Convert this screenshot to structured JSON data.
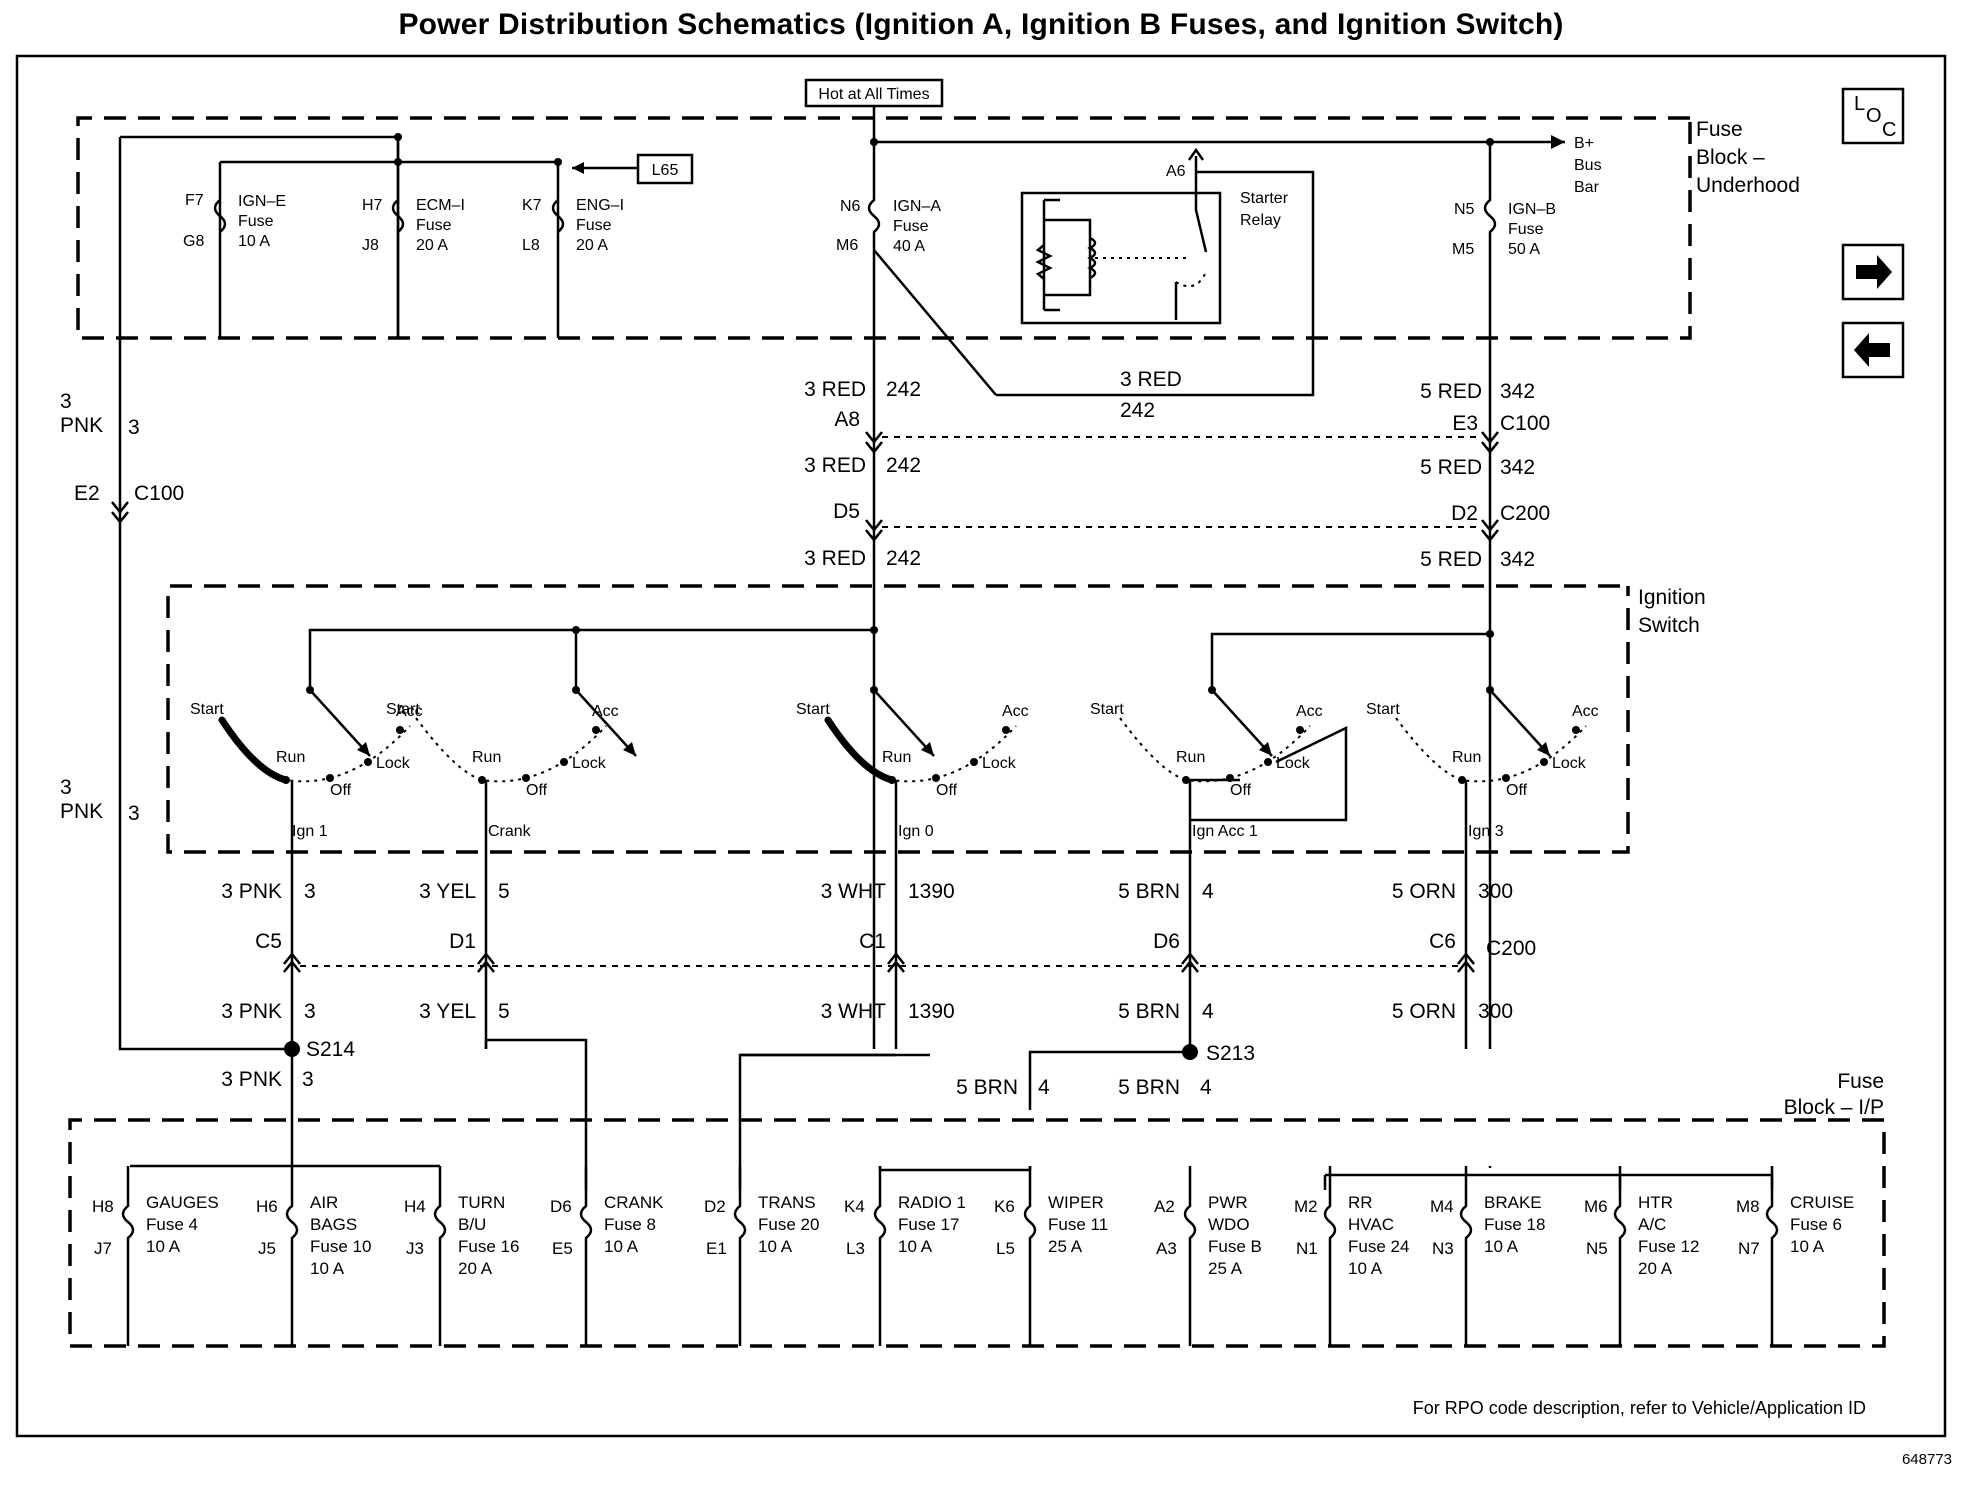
{
  "title": "Power Distribution Schematics (Ignition A, Ignition B Fuses, and Ignition Switch)",
  "hot_label": "Hot at All Times",
  "loc_label": "LOC",
  "footer_note": "For RPO code description, refer to Vehicle/Application ID",
  "figure_id": "648773",
  "fuse_block_underhood": [
    "Fuse",
    "Block –",
    "Underhood"
  ],
  "fuse_block_ip": [
    "Fuse",
    "Block – I/P"
  ],
  "ignition_switch_label": [
    "Ignition",
    "Switch"
  ],
  "bus_bar": [
    "B+",
    "Bus",
    "Bar"
  ],
  "l65": "L65",
  "starter_relay": {
    "pin": "A6",
    "label": [
      "Starter",
      "Relay"
    ]
  },
  "underhood_fuses": [
    {
      "top": "F7",
      "bottom": "G8",
      "name": [
        "IGN–E",
        "Fuse",
        "10 A"
      ]
    },
    {
      "top": "H7",
      "bottom": "J8",
      "name": [
        "ECM–I",
        "Fuse",
        "20 A"
      ]
    },
    {
      "top": "K7",
      "bottom": "L8",
      "name": [
        "ENG–I",
        "Fuse",
        "20 A"
      ]
    },
    {
      "top": "N6",
      "bottom": "M6",
      "name": [
        "IGN–A",
        "Fuse",
        "40 A"
      ]
    },
    {
      "top": "N5",
      "bottom": "M5",
      "name": [
        "IGN–B",
        "Fuse",
        "50 A"
      ]
    }
  ],
  "wire_labels": {
    "left_3pnk_a": [
      "3",
      "PNK",
      "3"
    ],
    "left_3pnk_b": [
      "3",
      "PNK",
      "3"
    ],
    "e2": "E2",
    "c100_left": "C100",
    "red242_a": [
      "3 RED",
      "242"
    ],
    "red242_relay": [
      "3 RED",
      "242"
    ],
    "a8": "A8",
    "red242_b": [
      "3 RED",
      "242"
    ],
    "d5": "D5",
    "red242_c": [
      "3 RED",
      "242"
    ],
    "red342_a": [
      "5 RED",
      "342"
    ],
    "e3": "E3",
    "c100_right": "C100",
    "red342_b": [
      "5 RED",
      "342"
    ],
    "d2": "D2",
    "c200_top": "C200",
    "red342_c": [
      "5 RED",
      "342"
    ]
  },
  "switch_sections": [
    {
      "name": "Ign 1",
      "start": "Start",
      "run": "Run",
      "off": "Off",
      "lock": "Lock",
      "acc": "Acc"
    },
    {
      "name": "Crank",
      "start": "Start",
      "run": "Run",
      "off": "Off",
      "lock": "Lock",
      "acc": "Acc"
    },
    {
      "name": "Ign 0",
      "start": "Start",
      "run": "Run",
      "off": "Off",
      "lock": "Lock",
      "acc": "Acc"
    },
    {
      "name": "Ign Acc 1",
      "start": "Start",
      "run": "Run",
      "off": "Off",
      "lock": "Lock",
      "acc": "Acc"
    },
    {
      "name": "Ign 3",
      "start": "Start",
      "run": "Run",
      "off": "Off",
      "lock": "Lock",
      "acc": "Acc"
    }
  ],
  "output_wires": [
    {
      "upper": [
        "3 PNK",
        "3"
      ],
      "pin": "C5",
      "lower": [
        "3 PNK",
        "3"
      ]
    },
    {
      "upper": [
        "3 YEL",
        "5"
      ],
      "pin": "D1",
      "lower": [
        "3 YEL",
        "5"
      ]
    },
    {
      "upper": [
        "3 WHT",
        "1390"
      ],
      "pin": "C1",
      "lower": [
        "3 WHT",
        "1390"
      ]
    },
    {
      "upper": [
        "5 BRN",
        "4"
      ],
      "pin": "D6",
      "lower": [
        "5 BRN",
        "4"
      ]
    },
    {
      "upper": [
        "5 ORN",
        "300"
      ],
      "pin": "C6",
      "lower": [
        "5 ORN",
        "300"
      ]
    }
  ],
  "c200_bottom": "C200",
  "splices": {
    "s214": "S214",
    "s214_below": [
      "3 PNK",
      "3"
    ],
    "s213": "S213",
    "s213_left": [
      "5 BRN",
      "4"
    ],
    "s213_below": [
      "5 BRN",
      "4"
    ]
  },
  "ip_fuses": [
    {
      "top": "H8",
      "bottom": "J7",
      "name": [
        "GAUGES",
        "Fuse 4",
        "10 A"
      ]
    },
    {
      "top": "H6",
      "bottom": "J5",
      "name": [
        "AIR",
        "BAGS",
        "Fuse 10",
        "10 A"
      ]
    },
    {
      "top": "H4",
      "bottom": "J3",
      "name": [
        "TURN",
        "B/U",
        "Fuse 16",
        "20 A"
      ]
    },
    {
      "top": "D6",
      "bottom": "E5",
      "name": [
        "CRANK",
        "Fuse 8",
        "10 A"
      ]
    },
    {
      "top": "D2",
      "bottom": "E1",
      "name": [
        "TRANS",
        "Fuse 20",
        "10 A"
      ]
    },
    {
      "top": "K4",
      "bottom": "L3",
      "name": [
        "RADIO 1",
        "Fuse 17",
        "10 A"
      ]
    },
    {
      "top": "K6",
      "bottom": "L5",
      "name": [
        "WIPER",
        "Fuse 11",
        "25 A"
      ]
    },
    {
      "top": "A2",
      "bottom": "A3",
      "name": [
        "PWR",
        "WDO",
        "Fuse B",
        "25 A"
      ]
    },
    {
      "top": "M2",
      "bottom": "N1",
      "name": [
        "RR",
        "HVAC",
        "Fuse 24",
        "10 A"
      ]
    },
    {
      "top": "M4",
      "bottom": "N3",
      "name": [
        "BRAKE",
        "Fuse 18",
        "10 A"
      ]
    },
    {
      "top": "M6",
      "bottom": "N5",
      "name": [
        "HTR",
        "A/C",
        "Fuse 12",
        "20 A"
      ]
    },
    {
      "top": "M8",
      "bottom": "N7",
      "name": [
        "CRUISE",
        "Fuse 6",
        "10 A"
      ]
    }
  ]
}
